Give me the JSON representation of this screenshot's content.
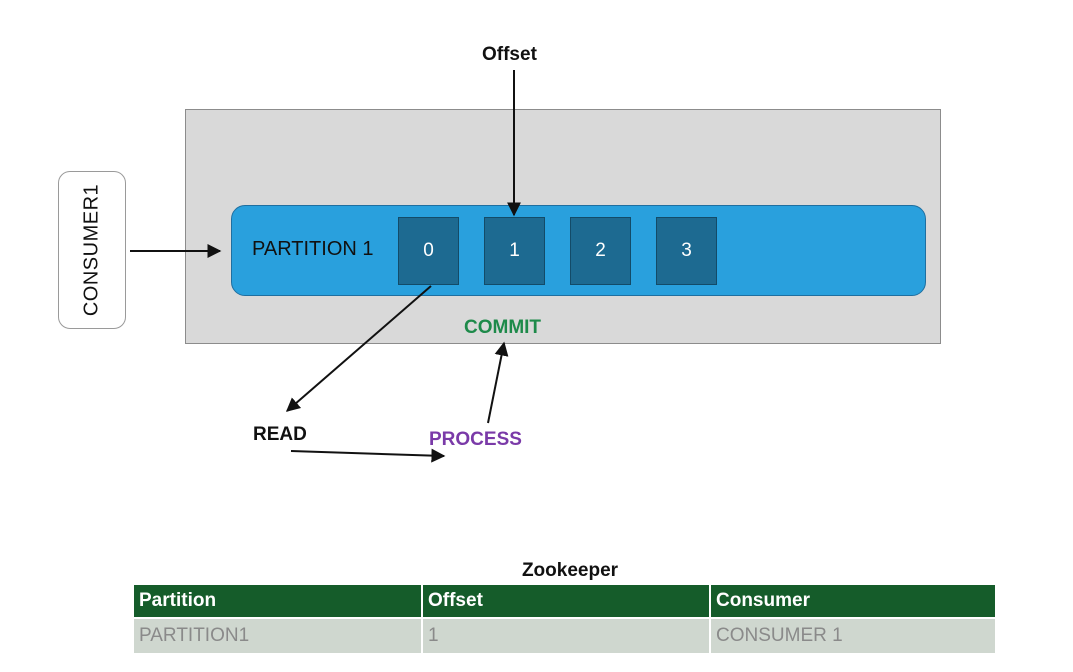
{
  "labels": {
    "offset": "Offset",
    "partition": "PARTITION 1",
    "consumer": "CONSUMER1",
    "commit": "COMMIT",
    "read": "READ",
    "process": "PROCESS"
  },
  "offsets": [
    "0",
    "1",
    "2",
    "3"
  ],
  "colors": {
    "partition_fill": "#29a0dd",
    "offset_cell": "#1d6a91",
    "commit": "#1e8a4a",
    "process": "#7a3aa8",
    "table_header": "#155c2a",
    "table_row": "#cfd7cf"
  },
  "zookeeper": {
    "title": "Zookeeper",
    "headers": [
      "Partition",
      "Offset",
      "Consumer"
    ],
    "row": [
      "PARTITION1",
      "1",
      "CONSUMER 1"
    ]
  }
}
